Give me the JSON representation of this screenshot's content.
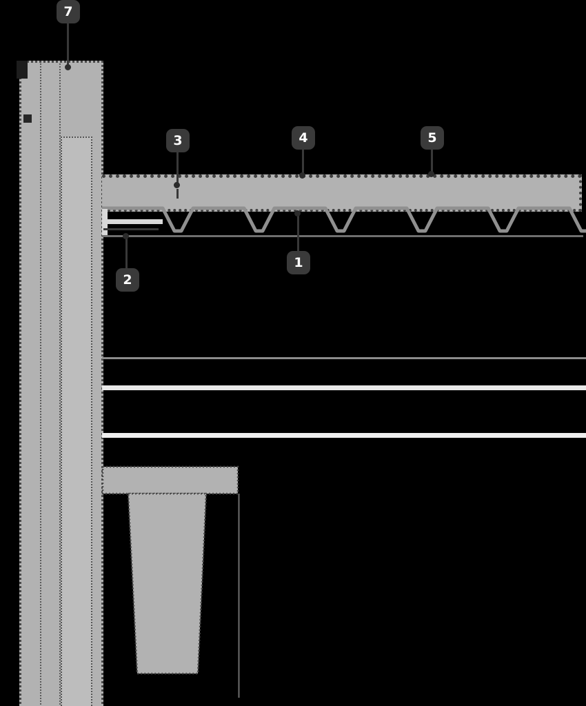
{
  "diagram": {
    "type": "construction-detail-section",
    "callouts": [
      {
        "label": "1"
      },
      {
        "label": "2"
      },
      {
        "label": "3"
      },
      {
        "label": "4"
      },
      {
        "label": "5"
      },
      {
        "label": "7"
      }
    ],
    "colors": {
      "background": "#000000",
      "concrete": "#b2b2b2",
      "stipple_edge": "#474747",
      "callout_bg": "#3a3a3a",
      "callout_text": "#ffffff",
      "light_band": "#e8e8e8",
      "leader_line": "#383838",
      "deck_profile": "#909090"
    }
  }
}
